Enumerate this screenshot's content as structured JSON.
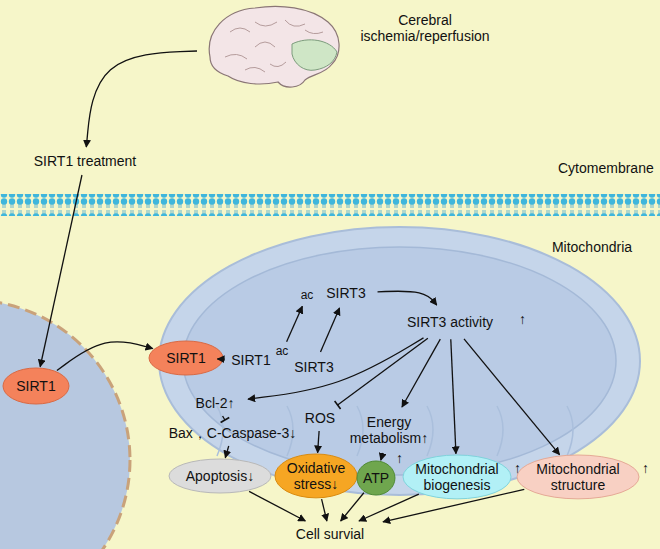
{
  "diagram": {
    "nodes": [
      {
        "text": [
          "Cerebral ischemia/reperfusion"
        ]
      },
      {
        "text": [
          "SIRT1 treatment"
        ]
      },
      {
        "text": [
          "SIRT1"
        ]
      },
      {
        "text": [
          "Mitochondria"
        ]
      },
      {
        "text": [
          "SIRT1"
        ]
      },
      {
        "text": [
          "SIRT1"
        ],
        "in": 3
      },
      {
        "text": [
          "ac"
        ],
        "in": 3
      },
      {
        "text": [
          "SIRT3"
        ],
        "in": 3
      },
      {
        "text": [
          "ac"
        ],
        "in": 3
      },
      {
        "text": [
          "SIRT3"
        ],
        "in": 3
      },
      {
        "text": [
          "SIRT3 activity"
        ],
        "in": 3
      },
      {
        "text": [
          "Bcl-2↑"
        ]
      },
      {
        "text": [
          "Bax，C-Caspase-3↓"
        ]
      },
      {
        "text": [
          "ROS"
        ]
      },
      {
        "text": [
          "Energy metabolism↑"
        ]
      },
      {
        "text": [
          "Apoptosis↓"
        ]
      },
      {
        "text": [
          "Oxidative stress↓"
        ]
      },
      {
        "text": [
          "ATP"
        ]
      },
      {
        "text": [
          "Mitochondrial biogenesis"
        ]
      },
      {
        "text": [
          "Mitochondrial structure"
        ]
      },
      {
        "text": [
          "Cell survial"
        ]
      }
    ],
    "edges": [
      {
        "from": 0,
        "to": 1,
        "arrow": "to"
      },
      {
        "from": 1,
        "to": 2,
        "arrow": "to"
      },
      {
        "from": 2,
        "to": 4,
        "arrow": "to"
      },
      {
        "from": 4,
        "to": 5,
        "arrow": "to"
      },
      {
        "from": 6,
        "to": 8,
        "arrow": "to"
      },
      {
        "from": 7,
        "to": 9,
        "arrow": "to"
      },
      {
        "from": 9,
        "to": 10,
        "arrow": "to"
      },
      {
        "from": 10,
        "to": 11,
        "arrow": "to"
      },
      {
        "from": 11,
        "to": 12,
        "arrow": "to"
      },
      {
        "from": 10,
        "to": 13,
        "arrow": "to"
      },
      {
        "from": 10,
        "to": 14,
        "arrow": "to"
      },
      {
        "from": 10,
        "to": 18,
        "arrow": "to"
      },
      {
        "from": 10,
        "to": 19,
        "arrow": "to"
      },
      {
        "from": 12,
        "to": 15,
        "arrow": "to"
      },
      {
        "from": 13,
        "to": 16,
        "arrow": "to"
      },
      {
        "from": 14,
        "to": 17,
        "arrow": "to"
      },
      {
        "from": 15,
        "to": 20,
        "arrow": "to"
      },
      {
        "from": 16,
        "to": 20,
        "arrow": "to"
      },
      {
        "from": 17,
        "to": 20,
        "arrow": "to"
      },
      {
        "from": 18,
        "to": 20,
        "arrow": "to"
      },
      {
        "from": 19,
        "to": 20,
        "arrow": "to"
      }
    ],
    "labels": [
      "Cytomembrane",
      "↑",
      "↑",
      "↑",
      "↑"
    ]
  }
}
